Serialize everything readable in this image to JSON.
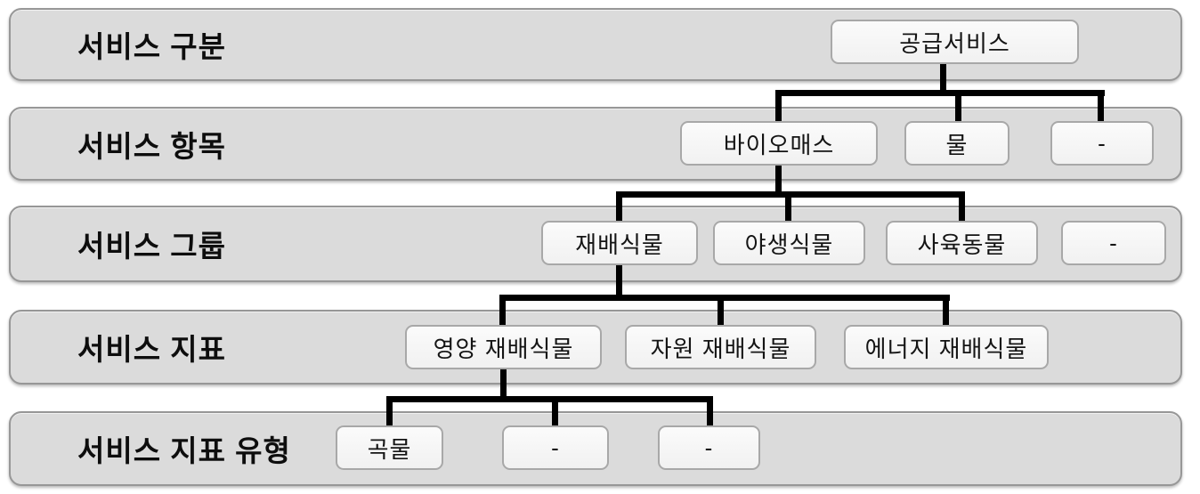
{
  "diagram": {
    "title_hint": "ecosystem-supply-service-classification-tree",
    "colors": {
      "background": "#ffffff",
      "band_fill": "#dbdbdb",
      "band_border": "#979797",
      "node_fill": "#f7f7f7",
      "node_border": "#a8a8a8",
      "connector": "#000000",
      "text": "#0d0d0d"
    },
    "rows": [
      {
        "label": "서비스 구분",
        "nodes": [
          {
            "label": "공급서비스"
          }
        ]
      },
      {
        "label": "서비스 항목",
        "nodes": [
          {
            "label": "바이오매스"
          },
          {
            "label": "물"
          },
          {
            "label": "-"
          }
        ]
      },
      {
        "label": "서비스 그룹",
        "nodes": [
          {
            "label": "재배식물"
          },
          {
            "label": "야생식물"
          },
          {
            "label": "사육동물"
          },
          {
            "label": "-"
          }
        ]
      },
      {
        "label": "서비스 지표",
        "nodes": [
          {
            "label": "영양 재배식물"
          },
          {
            "label": "자원 재배식물"
          },
          {
            "label": "에너지 재배식물"
          }
        ]
      },
      {
        "label": "서비스 지표 유형",
        "nodes": [
          {
            "label": "곡물"
          },
          {
            "label": "-"
          },
          {
            "label": "-"
          }
        ]
      }
    ]
  }
}
